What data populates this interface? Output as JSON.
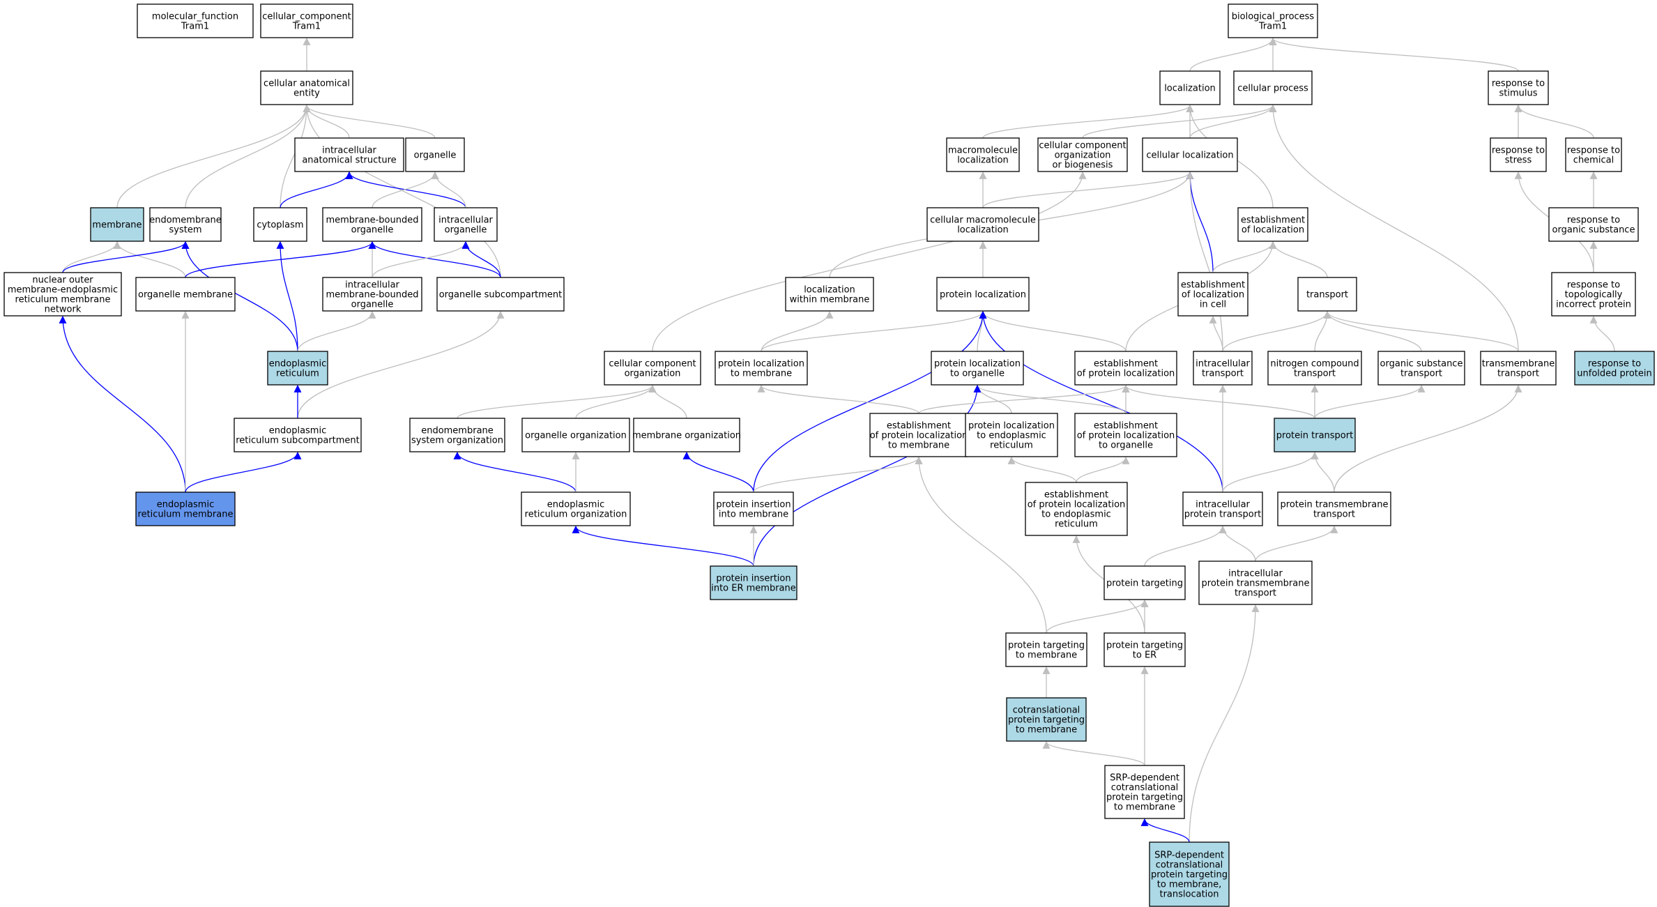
{
  "colors": {
    "default": "#ffffff",
    "highlight": "#add8e6",
    "query": "#6495ed",
    "edge_gray": "#bebebe",
    "edge_blue": "#0000ff"
  },
  "nodes": [
    {
      "id": "mf",
      "lines": [
        "molecular_function",
        "Tram1"
      ],
      "fill": "default"
    },
    {
      "id": "cc",
      "lines": [
        "cellular_component",
        "Tram1"
      ],
      "fill": "default"
    },
    {
      "id": "bp",
      "lines": [
        "biological_process",
        "Tram1"
      ],
      "fill": "default"
    },
    {
      "id": "cae",
      "lines": [
        "cellular anatomical",
        "entity"
      ],
      "fill": "default"
    },
    {
      "id": "ias",
      "lines": [
        "intracellular",
        "anatomical structure"
      ],
      "fill": "default"
    },
    {
      "id": "organelle",
      "lines": [
        "organelle"
      ],
      "fill": "default"
    },
    {
      "id": "membrane",
      "lines": [
        "membrane"
      ],
      "fill": "highlight"
    },
    {
      "id": "endosys",
      "lines": [
        "endomembrane",
        "system"
      ],
      "fill": "default"
    },
    {
      "id": "cytoplasm",
      "lines": [
        "cytoplasm"
      ],
      "fill": "default"
    },
    {
      "id": "mbo",
      "lines": [
        "membrane-bounded",
        "organelle"
      ],
      "fill": "default"
    },
    {
      "id": "io",
      "lines": [
        "intracellular",
        "organelle"
      ],
      "fill": "default"
    },
    {
      "id": "nomer",
      "lines": [
        "nuclear outer",
        "membrane-endoplasmic",
        "reticulum membrane",
        "network"
      ],
      "fill": "default"
    },
    {
      "id": "orgmem",
      "lines": [
        "organelle membrane"
      ],
      "fill": "default"
    },
    {
      "id": "imbo",
      "lines": [
        "intracellular",
        "membrane-bounded",
        "organelle"
      ],
      "fill": "default"
    },
    {
      "id": "orgsub",
      "lines": [
        "organelle subcompartment"
      ],
      "fill": "default"
    },
    {
      "id": "er",
      "lines": [
        "endoplasmic",
        "reticulum"
      ],
      "fill": "highlight"
    },
    {
      "id": "ersub",
      "lines": [
        "endoplasmic",
        "reticulum subcompartment"
      ],
      "fill": "default"
    },
    {
      "id": "ermem",
      "lines": [
        "endoplasmic",
        "reticulum membrane"
      ],
      "fill": "query"
    },
    {
      "id": "loc",
      "lines": [
        "localization"
      ],
      "fill": "default"
    },
    {
      "id": "cp",
      "lines": [
        "cellular process"
      ],
      "fill": "default"
    },
    {
      "id": "rts",
      "lines": [
        "response to",
        "stimulus"
      ],
      "fill": "default"
    },
    {
      "id": "macloc",
      "lines": [
        "macromolecule",
        "localization"
      ],
      "fill": "default"
    },
    {
      "id": "ccob",
      "lines": [
        "cellular component",
        "organization",
        "or biogenesis"
      ],
      "fill": "default"
    },
    {
      "id": "cloc",
      "lines": [
        "cellular localization"
      ],
      "fill": "default"
    },
    {
      "id": "rtstress",
      "lines": [
        "response to",
        "stress"
      ],
      "fill": "default"
    },
    {
      "id": "rtchem",
      "lines": [
        "response to",
        "chemical"
      ],
      "fill": "default"
    },
    {
      "id": "cmloc",
      "lines": [
        "cellular macromolecule",
        "localization"
      ],
      "fill": "default"
    },
    {
      "id": "eol",
      "lines": [
        "establishment",
        "of localization"
      ],
      "fill": "default"
    },
    {
      "id": "rtos",
      "lines": [
        "response to",
        "organic substance"
      ],
      "fill": "default"
    },
    {
      "id": "lwm",
      "lines": [
        "localization",
        "within membrane"
      ],
      "fill": "default"
    },
    {
      "id": "ploc",
      "lines": [
        "protein localization"
      ],
      "fill": "default"
    },
    {
      "id": "eolc",
      "lines": [
        "establishment",
        "of localization",
        "in cell"
      ],
      "fill": "default"
    },
    {
      "id": "transport",
      "lines": [
        "transport"
      ],
      "fill": "default"
    },
    {
      "id": "rttip",
      "lines": [
        "response to",
        "topologically",
        "incorrect protein"
      ],
      "fill": "default"
    },
    {
      "id": "cco",
      "lines": [
        "cellular component",
        "organization"
      ],
      "fill": "default"
    },
    {
      "id": "pltm",
      "lines": [
        "protein localization",
        "to membrane"
      ],
      "fill": "default"
    },
    {
      "id": "plto",
      "lines": [
        "protein localization",
        "to organelle"
      ],
      "fill": "default"
    },
    {
      "id": "epl",
      "lines": [
        "establishment",
        "of protein localization"
      ],
      "fill": "default"
    },
    {
      "id": "ict",
      "lines": [
        "intracellular",
        "transport"
      ],
      "fill": "default"
    },
    {
      "id": "nct",
      "lines": [
        "nitrogen compound",
        "transport"
      ],
      "fill": "default"
    },
    {
      "id": "ost",
      "lines": [
        "organic substance",
        "transport"
      ],
      "fill": "default"
    },
    {
      "id": "tmt",
      "lines": [
        "transmembrane",
        "transport"
      ],
      "fill": "default"
    },
    {
      "id": "rtup",
      "lines": [
        "response to",
        "unfolded protein"
      ],
      "fill": "highlight"
    },
    {
      "id": "eso",
      "lines": [
        "endomembrane",
        "system organization"
      ],
      "fill": "default"
    },
    {
      "id": "oo",
      "lines": [
        "organelle organization"
      ],
      "fill": "default"
    },
    {
      "id": "mo",
      "lines": [
        "membrane organization"
      ],
      "fill": "default"
    },
    {
      "id": "epltm",
      "lines": [
        "establishment",
        "of protein localization",
        "to membrane"
      ],
      "fill": "default"
    },
    {
      "id": "pltr",
      "lines": [
        "protein localization",
        "to endoplasmic",
        "reticulum"
      ],
      "fill": "default"
    },
    {
      "id": "eplto",
      "lines": [
        "establishment",
        "of protein localization",
        "to organelle"
      ],
      "fill": "default"
    },
    {
      "id": "pt",
      "lines": [
        "protein transport"
      ],
      "fill": "highlight"
    },
    {
      "id": "ero",
      "lines": [
        "endoplasmic",
        "reticulum organization"
      ],
      "fill": "default"
    },
    {
      "id": "pim",
      "lines": [
        "protein insertion",
        "into membrane"
      ],
      "fill": "default"
    },
    {
      "id": "epltr",
      "lines": [
        "establishment",
        "of protein localization",
        "to endoplasmic",
        "reticulum"
      ],
      "fill": "default"
    },
    {
      "id": "ipt",
      "lines": [
        "intracellular",
        "protein transport"
      ],
      "fill": "default"
    },
    {
      "id": "ptt",
      "lines": [
        "protein transmembrane",
        "transport"
      ],
      "fill": "default"
    },
    {
      "id": "pier",
      "lines": [
        "protein insertion",
        "into ER membrane"
      ],
      "fill": "highlight"
    },
    {
      "id": "ptgt",
      "lines": [
        "protein targeting"
      ],
      "fill": "default"
    },
    {
      "id": "iptt",
      "lines": [
        "intracellular",
        "protein transmembrane",
        "transport"
      ],
      "fill": "default"
    },
    {
      "id": "pttm",
      "lines": [
        "protein targeting",
        "to membrane"
      ],
      "fill": "default"
    },
    {
      "id": "pter",
      "lines": [
        "protein targeting",
        "to ER"
      ],
      "fill": "default"
    },
    {
      "id": "cptm",
      "lines": [
        "cotranslational",
        "protein targeting",
        "to membrane"
      ],
      "fill": "highlight"
    },
    {
      "id": "srp",
      "lines": [
        "SRP-dependent",
        "cotranslational",
        "protein targeting",
        "to membrane"
      ],
      "fill": "default"
    },
    {
      "id": "srpt",
      "lines": [
        "SRP-dependent",
        "cotranslational",
        "protein targeting",
        "to membrane,",
        "translocation"
      ],
      "fill": "highlight"
    }
  ],
  "edges": [
    {
      "from": "cae",
      "to": "cc",
      "color": "gray"
    },
    {
      "from": "ias",
      "to": "cae",
      "color": "gray"
    },
    {
      "from": "organelle",
      "to": "cae",
      "color": "gray"
    },
    {
      "from": "membrane",
      "to": "cae",
      "color": "gray"
    },
    {
      "from": "endosys",
      "to": "cae",
      "color": "gray"
    },
    {
      "from": "cytoplasm",
      "to": "cae",
      "color": "gray"
    },
    {
      "from": "orgsub",
      "to": "cae",
      "color": "gray"
    },
    {
      "from": "cytoplasm",
      "to": "ias",
      "color": "blue"
    },
    {
      "from": "io",
      "to": "ias",
      "color": "blue"
    },
    {
      "from": "mbo",
      "to": "organelle",
      "color": "gray"
    },
    {
      "from": "io",
      "to": "organelle",
      "color": "gray"
    },
    {
      "from": "nomer",
      "to": "membrane",
      "color": "gray"
    },
    {
      "from": "orgmem",
      "to": "membrane",
      "color": "gray"
    },
    {
      "from": "nomer",
      "to": "endosys",
      "color": "blue"
    },
    {
      "from": "er",
      "to": "endosys",
      "color": "blue"
    },
    {
      "from": "er",
      "to": "cytoplasm",
      "color": "blue"
    },
    {
      "from": "orgmem",
      "to": "mbo",
      "color": "blue"
    },
    {
      "from": "imbo",
      "to": "mbo",
      "color": "gray"
    },
    {
      "from": "orgsub",
      "to": "mbo",
      "color": "blue"
    },
    {
      "from": "imbo",
      "to": "io",
      "color": "gray"
    },
    {
      "from": "orgsub",
      "to": "io",
      "color": "blue"
    },
    {
      "from": "er",
      "to": "imbo",
      "color": "gray"
    },
    {
      "from": "ersub",
      "to": "orgsub",
      "color": "gray"
    },
    {
      "from": "ersub",
      "to": "er",
      "color": "blue"
    },
    {
      "from": "ermem",
      "to": "nomer",
      "color": "blue"
    },
    {
      "from": "ermem",
      "to": "orgmem",
      "color": "gray"
    },
    {
      "from": "ermem",
      "to": "ersub",
      "color": "blue"
    },
    {
      "from": "loc",
      "to": "bp",
      "color": "gray"
    },
    {
      "from": "cp",
      "to": "bp",
      "color": "gray"
    },
    {
      "from": "rts",
      "to": "bp",
      "color": "gray"
    },
    {
      "from": "macloc",
      "to": "loc",
      "color": "gray"
    },
    {
      "from": "cloc",
      "to": "loc",
      "color": "gray"
    },
    {
      "from": "eol",
      "to": "loc",
      "color": "gray"
    },
    {
      "from": "ccob",
      "to": "cp",
      "color": "gray"
    },
    {
      "from": "cloc",
      "to": "cp",
      "color": "gray"
    },
    {
      "from": "tmt",
      "to": "cp",
      "color": "gray"
    },
    {
      "from": "rtstress",
      "to": "rts",
      "color": "gray"
    },
    {
      "from": "rtchem",
      "to": "rts",
      "color": "gray"
    },
    {
      "from": "cmloc",
      "to": "macloc",
      "color": "gray"
    },
    {
      "from": "cco",
      "to": "ccob",
      "color": "gray"
    },
    {
      "from": "cmloc",
      "to": "cloc",
      "color": "gray"
    },
    {
      "from": "lwm",
      "to": "cloc",
      "color": "gray"
    },
    {
      "from": "eolc",
      "to": "cloc",
      "color": "blue"
    },
    {
      "from": "ict",
      "to": "cloc",
      "color": "gray"
    },
    {
      "from": "ploc",
      "to": "cmloc",
      "color": "gray"
    },
    {
      "from": "rttip",
      "to": "rtstress",
      "color": "gray"
    },
    {
      "from": "rtos",
      "to": "rtchem",
      "color": "gray"
    },
    {
      "from": "rttip",
      "to": "rtos",
      "color": "gray"
    },
    {
      "from": "eolc",
      "to": "eol",
      "color": "gray"
    },
    {
      "from": "transport",
      "to": "eol",
      "color": "gray"
    },
    {
      "from": "epl",
      "to": "eol",
      "color": "gray"
    },
    {
      "from": "pltm",
      "to": "lwm",
      "color": "gray"
    },
    {
      "from": "pltm",
      "to": "ploc",
      "color": "gray"
    },
    {
      "from": "plto",
      "to": "ploc",
      "color": "gray"
    },
    {
      "from": "epl",
      "to": "ploc",
      "color": "gray"
    },
    {
      "from": "pim",
      "to": "ploc",
      "color": "blue"
    },
    {
      "from": "ipt",
      "to": "ploc",
      "color": "blue"
    },
    {
      "from": "ict",
      "to": "eolc",
      "color": "gray"
    },
    {
      "from": "ict",
      "to": "transport",
      "color": "gray"
    },
    {
      "from": "nct",
      "to": "transport",
      "color": "gray"
    },
    {
      "from": "ost",
      "to": "transport",
      "color": "gray"
    },
    {
      "from": "tmt",
      "to": "transport",
      "color": "gray"
    },
    {
      "from": "rtup",
      "to": "rttip",
      "color": "gray"
    },
    {
      "from": "eso",
      "to": "cco",
      "color": "gray"
    },
    {
      "from": "oo",
      "to": "cco",
      "color": "gray"
    },
    {
      "from": "mo",
      "to": "cco",
      "color": "gray"
    },
    {
      "from": "epltm",
      "to": "pltm",
      "color": "gray"
    },
    {
      "from": "pltr",
      "to": "plto",
      "color": "gray"
    },
    {
      "from": "eplto",
      "to": "plto",
      "color": "gray"
    },
    {
      "from": "pier",
      "to": "plto",
      "color": "blue"
    },
    {
      "from": "epltm",
      "to": "epl",
      "color": "gray"
    },
    {
      "from": "eplto",
      "to": "epl",
      "color": "gray"
    },
    {
      "from": "pt",
      "to": "epl",
      "color": "gray"
    },
    {
      "from": "ipt",
      "to": "ict",
      "color": "gray"
    },
    {
      "from": "pt",
      "to": "nct",
      "color": "gray"
    },
    {
      "from": "pt",
      "to": "ost",
      "color": "gray"
    },
    {
      "from": "ptt",
      "to": "tmt",
      "color": "gray"
    },
    {
      "from": "ero",
      "to": "eso",
      "color": "blue"
    },
    {
      "from": "ero",
      "to": "oo",
      "color": "gray"
    },
    {
      "from": "pim",
      "to": "mo",
      "color": "blue"
    },
    {
      "from": "pim",
      "to": "epltm",
      "color": "gray"
    },
    {
      "from": "pttm",
      "to": "epltm",
      "color": "gray"
    },
    {
      "from": "epltr",
      "to": "pltr",
      "color": "gray"
    },
    {
      "from": "epltr",
      "to": "eplto",
      "color": "gray"
    },
    {
      "from": "ipt",
      "to": "pt",
      "color": "gray"
    },
    {
      "from": "ptt",
      "to": "pt",
      "color": "gray"
    },
    {
      "from": "pier",
      "to": "ero",
      "color": "blue"
    },
    {
      "from": "pier",
      "to": "pim",
      "color": "gray"
    },
    {
      "from": "pter",
      "to": "epltr",
      "color": "gray"
    },
    {
      "from": "ptgt",
      "to": "ipt",
      "color": "gray"
    },
    {
      "from": "iptt",
      "to": "ipt",
      "color": "gray"
    },
    {
      "from": "iptt",
      "to": "ptt",
      "color": "gray"
    },
    {
      "from": "pttm",
      "to": "ptgt",
      "color": "gray"
    },
    {
      "from": "pter",
      "to": "ptgt",
      "color": "gray"
    },
    {
      "from": "srpt",
      "to": "iptt",
      "color": "gray"
    },
    {
      "from": "cptm",
      "to": "pttm",
      "color": "gray"
    },
    {
      "from": "srp",
      "to": "pter",
      "color": "gray"
    },
    {
      "from": "srp",
      "to": "cptm",
      "color": "gray"
    },
    {
      "from": "srpt",
      "to": "srp",
      "color": "blue"
    }
  ]
}
